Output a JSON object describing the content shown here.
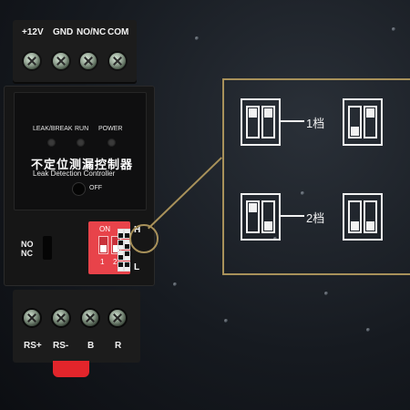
{
  "terminals_top": [
    "+12V",
    "GND",
    "NO/NC",
    "COM"
  ],
  "indicators": [
    "LEAK/BREAK",
    "RUN",
    "POWER"
  ],
  "product_name_cn": "不定位测漏控制器",
  "product_name_en": "Leak Detection Controller",
  "button_label": "OFF",
  "mode_switch": [
    "NO",
    "NC"
  ],
  "dip_switch": {
    "on_label": "ON",
    "positions": [
      "1",
      "2"
    ],
    "high": "H",
    "low": "L"
  },
  "terminals_bottom": [
    "RS+",
    "RS-",
    "B",
    "R"
  ],
  "sensitivity_levels": [
    "1档",
    "2档"
  ],
  "colors": {
    "callout": "#a8915a",
    "dip_red": "#e8434a",
    "rail_clip": "#e2252b",
    "screw_green": "#8fa08f"
  }
}
